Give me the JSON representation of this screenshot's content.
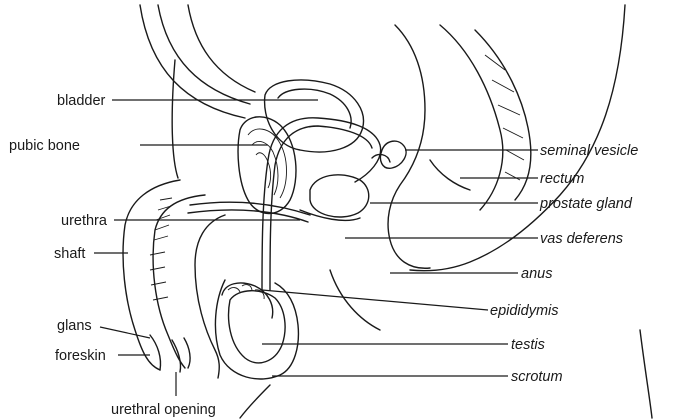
{
  "labels": {
    "bladder": "bladder",
    "pubic_bone": "pubic bone",
    "urethra": "urethra",
    "shaft": "shaft",
    "glans": "glans",
    "foreskin": "foreskin",
    "urethral_opening": "urethral opening",
    "seminal_vesicle": "seminal vesicle",
    "rectum": "rectum",
    "prostate_gland": "prostate gland",
    "vas_deferens": "vas deferens",
    "anus": "anus",
    "epididymis": "epididymis",
    "testis": "testis",
    "scrotum": "scrotum"
  }
}
